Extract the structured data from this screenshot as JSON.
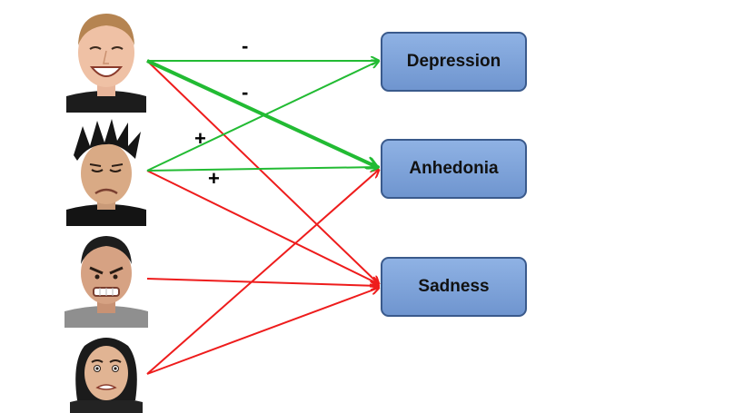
{
  "nodes": {
    "depression": "Depression",
    "anhedonia": "Anhedonia",
    "sadness": "Sadness"
  },
  "signs": {
    "happy_to_depression": "-",
    "happy_to_anhedonia": "-",
    "sad_to_depression": "+",
    "sad_to_anhedonia": "+"
  },
  "faces": [
    {
      "name": "happy-face",
      "expression": "happy"
    },
    {
      "name": "sad-face",
      "expression": "sad"
    },
    {
      "name": "angry-face",
      "expression": "angry"
    },
    {
      "name": "fearful-face",
      "expression": "fearful"
    }
  ],
  "colors": {
    "negative_link": "#22bb33",
    "positive_link": "#ee1c1c",
    "node_fill": "#7ea4da",
    "node_border": "#3a5a8c"
  }
}
